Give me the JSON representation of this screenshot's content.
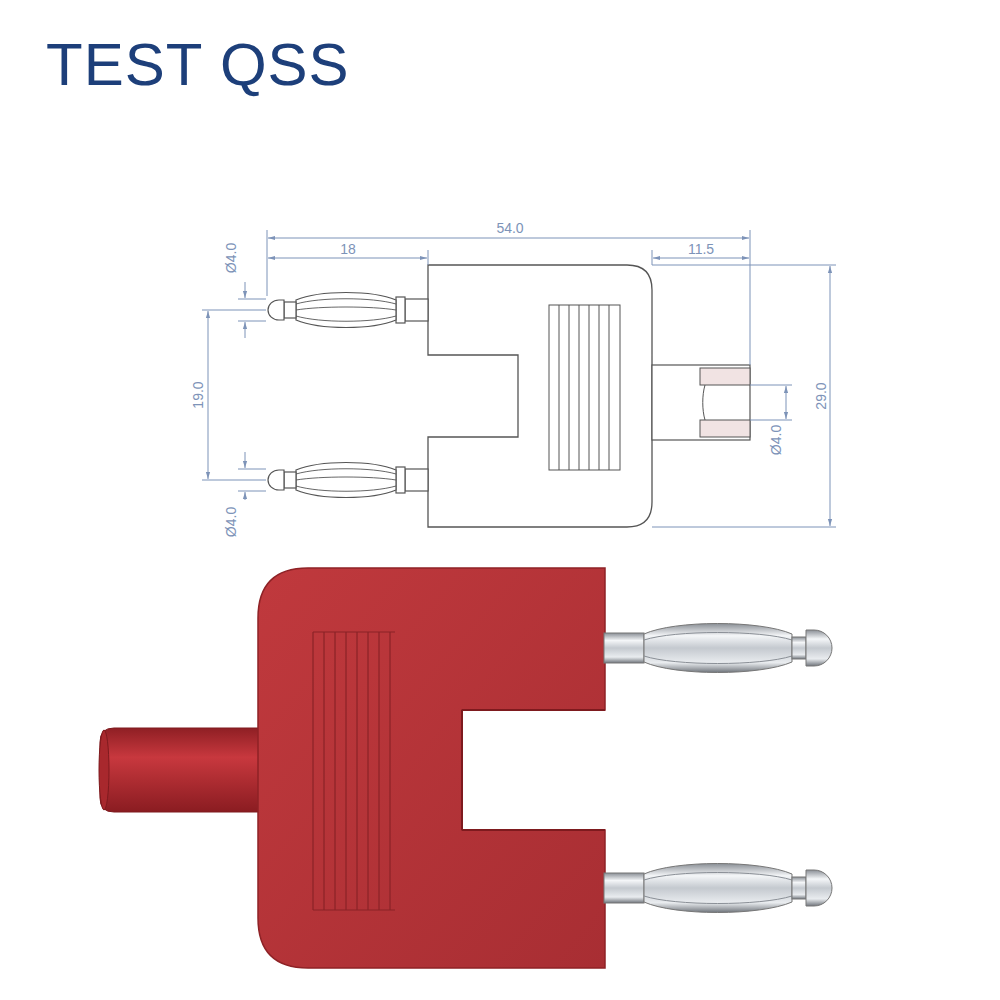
{
  "diagram": {
    "title": "TEST QSS",
    "labels": [
      "54.0",
      "18",
      "11.5",
      "Ø4.0",
      "19.0",
      "29.0",
      "Ø4.0",
      "Ø4.0"
    ]
  }
}
